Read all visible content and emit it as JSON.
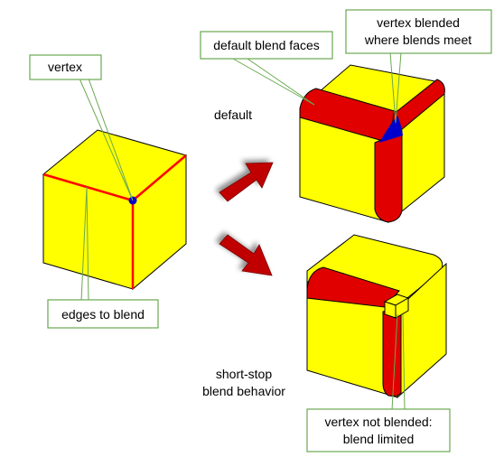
{
  "colors": {
    "face": "#ffff00",
    "blend": "#e00000",
    "vertex": "#0000cc",
    "arrow": "#c00000",
    "callout_border": "#6aa84f"
  },
  "labels": {
    "vertex": "vertex",
    "edges_to_blend": "edges to blend",
    "default_blend_faces": "default blend faces",
    "vertex_blended_line1": "vertex blended",
    "vertex_blended_line2": "where blends meet",
    "default": "default",
    "short_stop_line1": "short-stop",
    "short_stop_line2": "blend behavior",
    "not_blended_line1": "vertex not blended:",
    "not_blended_line2": "blend limited"
  }
}
